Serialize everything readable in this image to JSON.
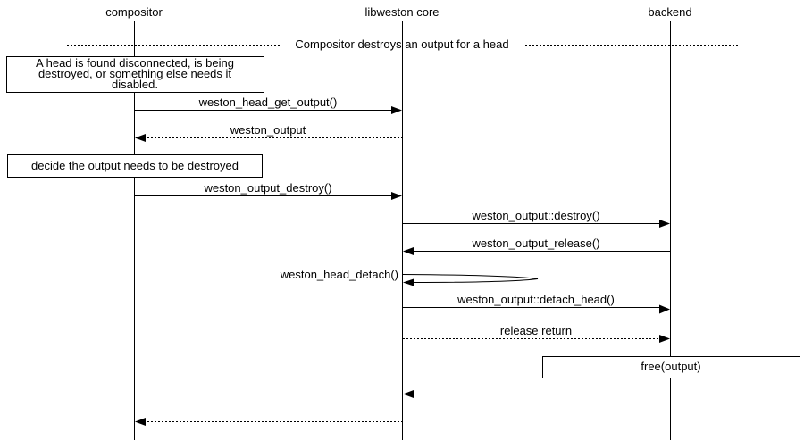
{
  "diagram": {
    "actors": [
      {
        "name": "compositor"
      },
      {
        "name": "libweston core"
      },
      {
        "name": "backend"
      }
    ],
    "divider": {
      "label": "Compositor destroys an output for a head"
    },
    "notes": [
      {
        "lines": [
          "A head is found disconnected, is being",
          "destroyed, or something else needs it",
          "disabled."
        ]
      },
      {
        "lines": [
          "decide the output needs to be destroyed"
        ]
      },
      {
        "lines": [
          "free(output)"
        ]
      }
    ],
    "messages": [
      {
        "label": "weston_head_get_output()",
        "from": "compositor",
        "to": "libweston core",
        "line": "solid"
      },
      {
        "label": "weston_output",
        "from": "libweston core",
        "to": "compositor",
        "line": "dotted"
      },
      {
        "label": "weston_output_destroy()",
        "from": "compositor",
        "to": "libweston core",
        "line": "solid"
      },
      {
        "label": "weston_output::destroy()",
        "from": "libweston core",
        "to": "backend",
        "line": "solid"
      },
      {
        "label": "weston_output_release()",
        "from": "backend",
        "to": "libweston core",
        "line": "solid"
      },
      {
        "label": "weston_head_detach()",
        "from": "libweston core",
        "to": "libweston core",
        "line": "self"
      },
      {
        "label": "weston_output::detach_head()",
        "from": "libweston core",
        "to": "backend",
        "line": "double"
      },
      {
        "label": "release return",
        "from": "libweston core",
        "to": "backend",
        "line": "dotted"
      },
      {
        "label": "",
        "from": "backend",
        "to": "libweston core",
        "line": "dotted"
      },
      {
        "label": "",
        "from": "libweston core",
        "to": "compositor",
        "line": "dotted"
      }
    ],
    "colors": {
      "line": "#000000",
      "text": "#000000",
      "background": "#ffffff"
    }
  }
}
